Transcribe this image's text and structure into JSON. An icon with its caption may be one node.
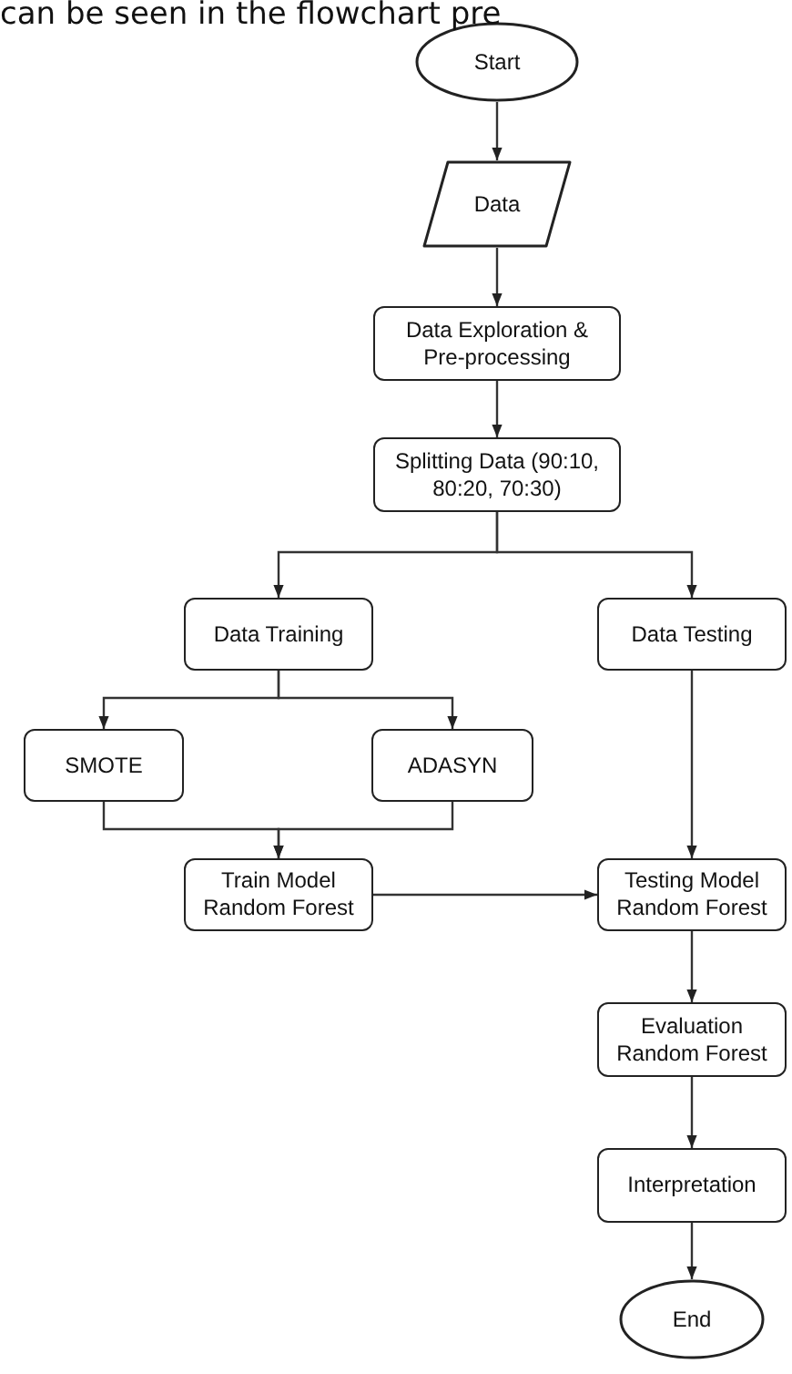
{
  "diagram": {
    "nodes": [
      {
        "text": [
          "Start"
        ]
      },
      {
        "text": [
          "Data"
        ]
      },
      {
        "text": [
          "Data Exploration & Pre-processing"
        ]
      },
      {
        "text": [
          "Splitting Data (90:10, 80:20, 70:30)"
        ]
      },
      {
        "text": [
          "Data Training"
        ]
      },
      {
        "text": [
          "Data Testing"
        ]
      },
      {
        "text": [
          "SMOTE"
        ]
      },
      {
        "text": [
          "ADASYN"
        ]
      },
      {
        "text": [
          "Train Model Random Forest"
        ]
      },
      {
        "text": [
          "Testing Model Random Forest"
        ]
      },
      {
        "text": [
          "Evaluation Random Forest"
        ]
      },
      {
        "text": [
          "Interpretation"
        ]
      },
      {
        "text": [
          "End"
        ]
      }
    ],
    "edges": [
      {
        "from": 0,
        "to": 1,
        "arrow": "to"
      },
      {
        "from": 1,
        "to": 2,
        "arrow": "to"
      },
      {
        "from": 2,
        "to": 3,
        "arrow": "to"
      },
      {
        "from": 3,
        "to": 4,
        "arrow": "to"
      },
      {
        "from": 3,
        "to": 5,
        "arrow": "to"
      },
      {
        "from": 4,
        "to": 6,
        "arrow": "to"
      },
      {
        "from": 4,
        "to": 7,
        "arrow": "to"
      },
      {
        "from": 6,
        "to": 8,
        "arrow": "to"
      },
      {
        "from": 7,
        "to": 8,
        "arrow": "to"
      },
      {
        "from": 8,
        "to": 9,
        "arrow": "to"
      },
      {
        "from": 5,
        "to": 9,
        "arrow": "to"
      },
      {
        "from": 9,
        "to": 10,
        "arrow": "to"
      },
      {
        "from": 10,
        "to": 11,
        "arrow": "to"
      },
      {
        "from": 11,
        "to": 12,
        "arrow": "to"
      }
    ],
    "labels": [
      "can be seen in the flowchart pre"
    ]
  }
}
